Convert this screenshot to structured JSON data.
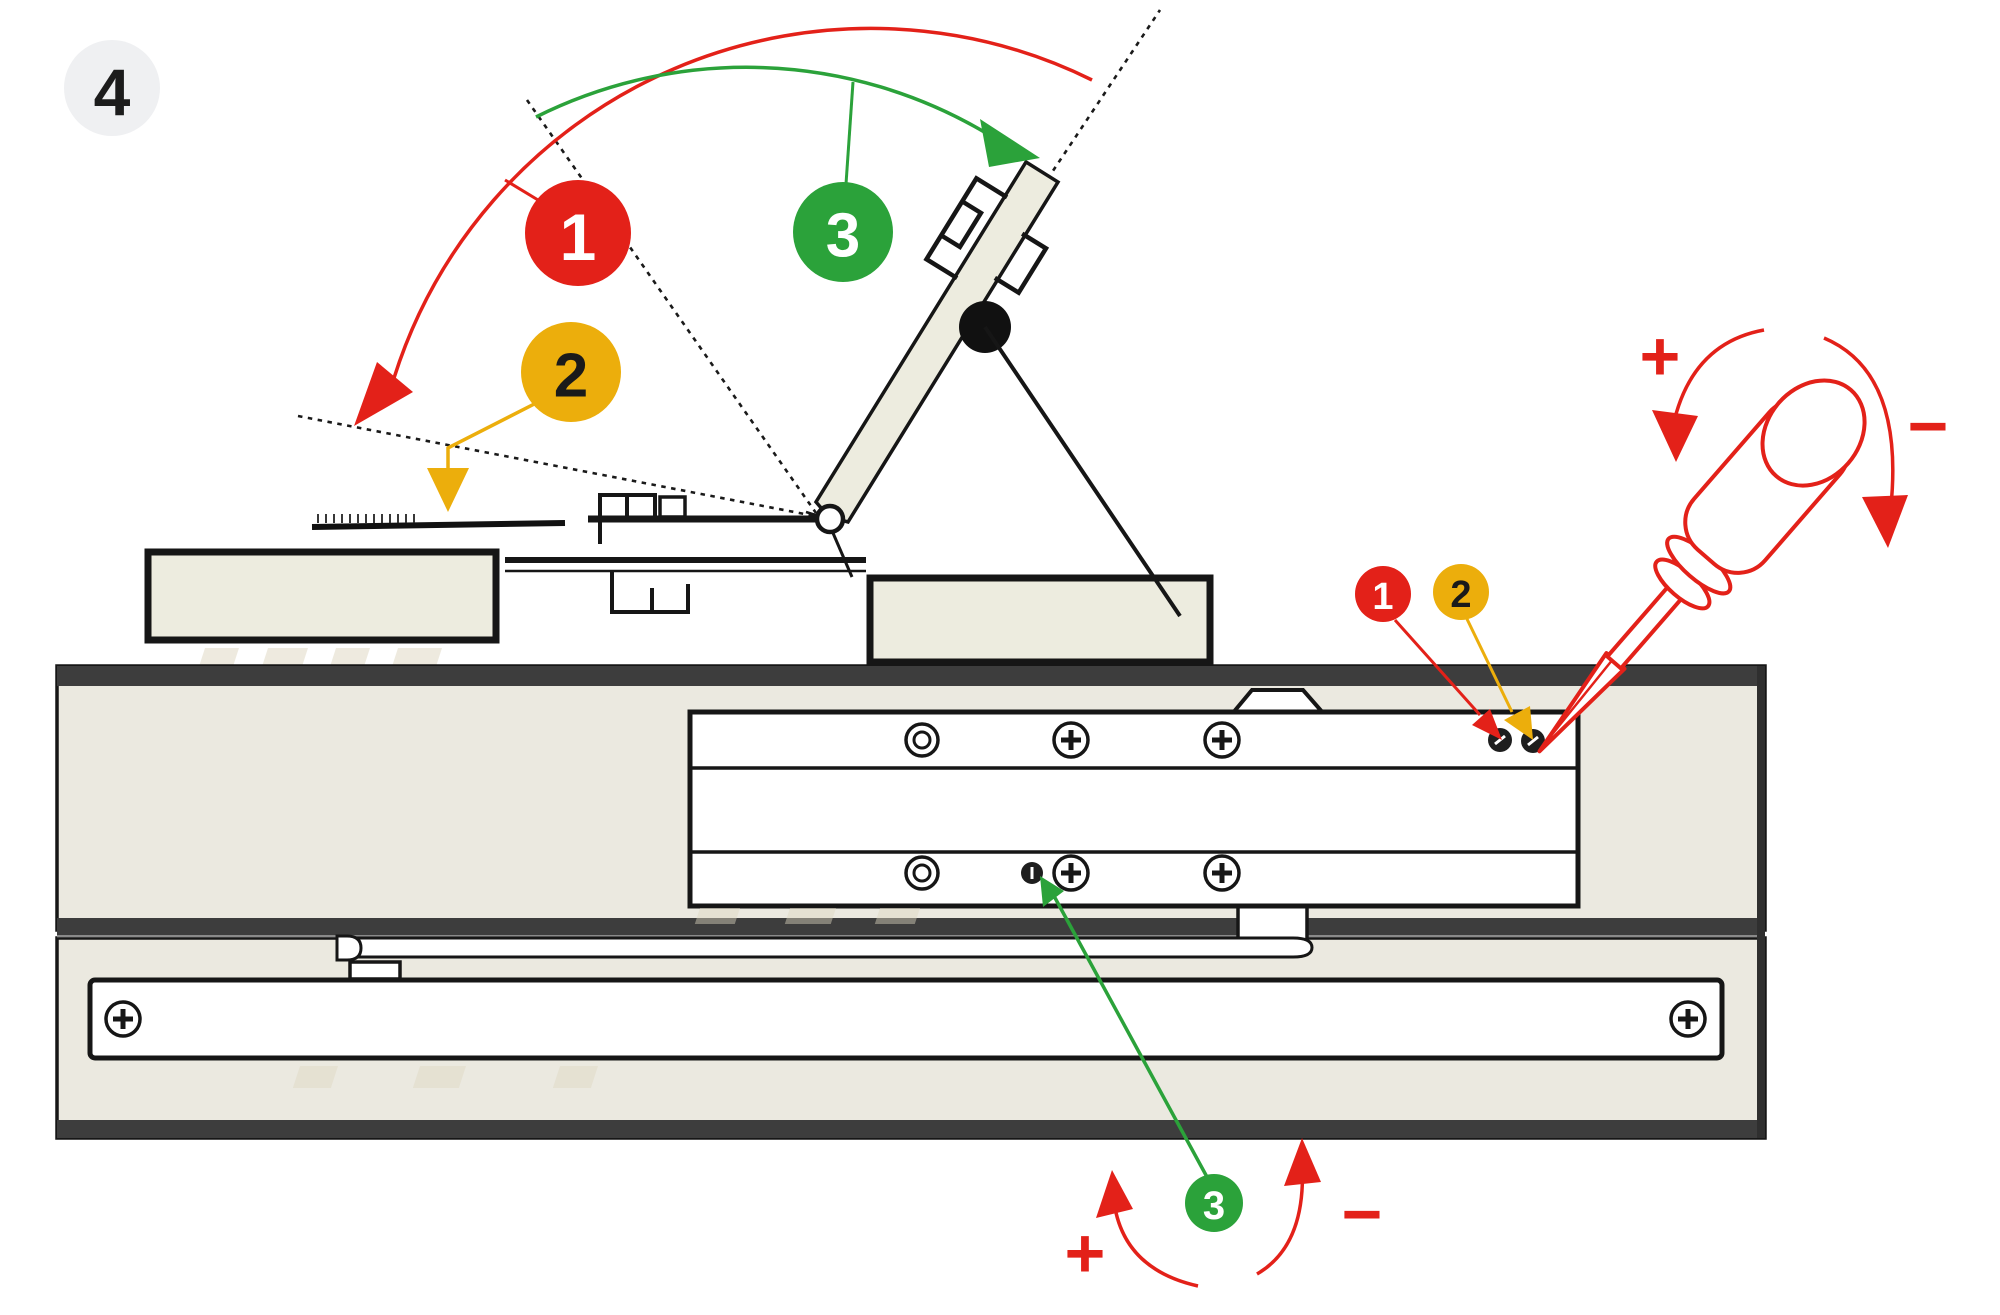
{
  "step_badge": {
    "number": "4"
  },
  "callouts": {
    "c1": {
      "label": "1",
      "color": "#e32119",
      "text_color": "#ffffff"
    },
    "c2": {
      "label": "2",
      "color": "#ecae0c",
      "text_color": "#1a1a1a"
    },
    "c3": {
      "label": "3",
      "color": "#2ba23a",
      "text_color": "#ffffff"
    }
  },
  "rotation_symbols": {
    "increase": "+",
    "decrease": "−"
  },
  "colors": {
    "red": "#e32119",
    "amber": "#ecae0c",
    "green": "#2ba23a",
    "panel_beige": "#ebe9e0",
    "door_beige": "#edecdf",
    "dark_band": "#3d3d3d",
    "outline_black": "#161616",
    "step_badge_bg": "#eff0f2"
  },
  "icons": {
    "step_badge": "step-number-badge",
    "arc_red": "swing-angle-arc",
    "arc_green": "latch-angle-arc",
    "screw_phillips": "phillips-screw-icon",
    "screw_ring": "ring-screw-icon",
    "screw_slot": "slot-adjustment-screw-icon",
    "screwdriver": "screwdriver-icon",
    "rotation_plus": "rotate-plus-arrow-icon",
    "rotation_minus": "rotate-minus-arrow-icon"
  }
}
